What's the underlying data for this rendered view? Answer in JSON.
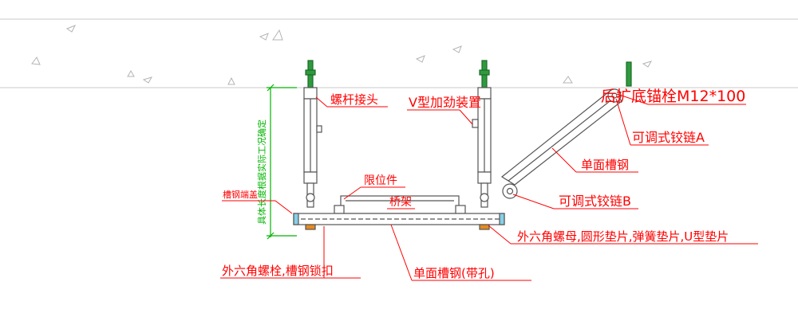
{
  "labels": {
    "rod_joint": "螺杆接头",
    "v_brace": "V型加劲装置",
    "anchor_bolt": "后扩底锚栓M12*100",
    "hinge_a": "可调式铰链A",
    "channel_single": "单面槽钢",
    "hinge_b": "可调式铰链B",
    "limiter": "限位件",
    "tray": "桥架",
    "end_cap": "槽钢端盖",
    "nut_washers": "外六角螺母,圆形垫片,弹簧垫片,U型垫片",
    "bolt_lock": "外六角螺栓,槽钢锁扣",
    "channel_holes": "单面槽钢(带孔)",
    "length_note": "具体长度根据实际工况确定"
  },
  "colors": {
    "label_red": "#ff0000",
    "dimension_green": "#00b400",
    "structure": "#555555",
    "ceiling_line": "#c8c8c8",
    "rod_green": "#2e9a3e"
  }
}
